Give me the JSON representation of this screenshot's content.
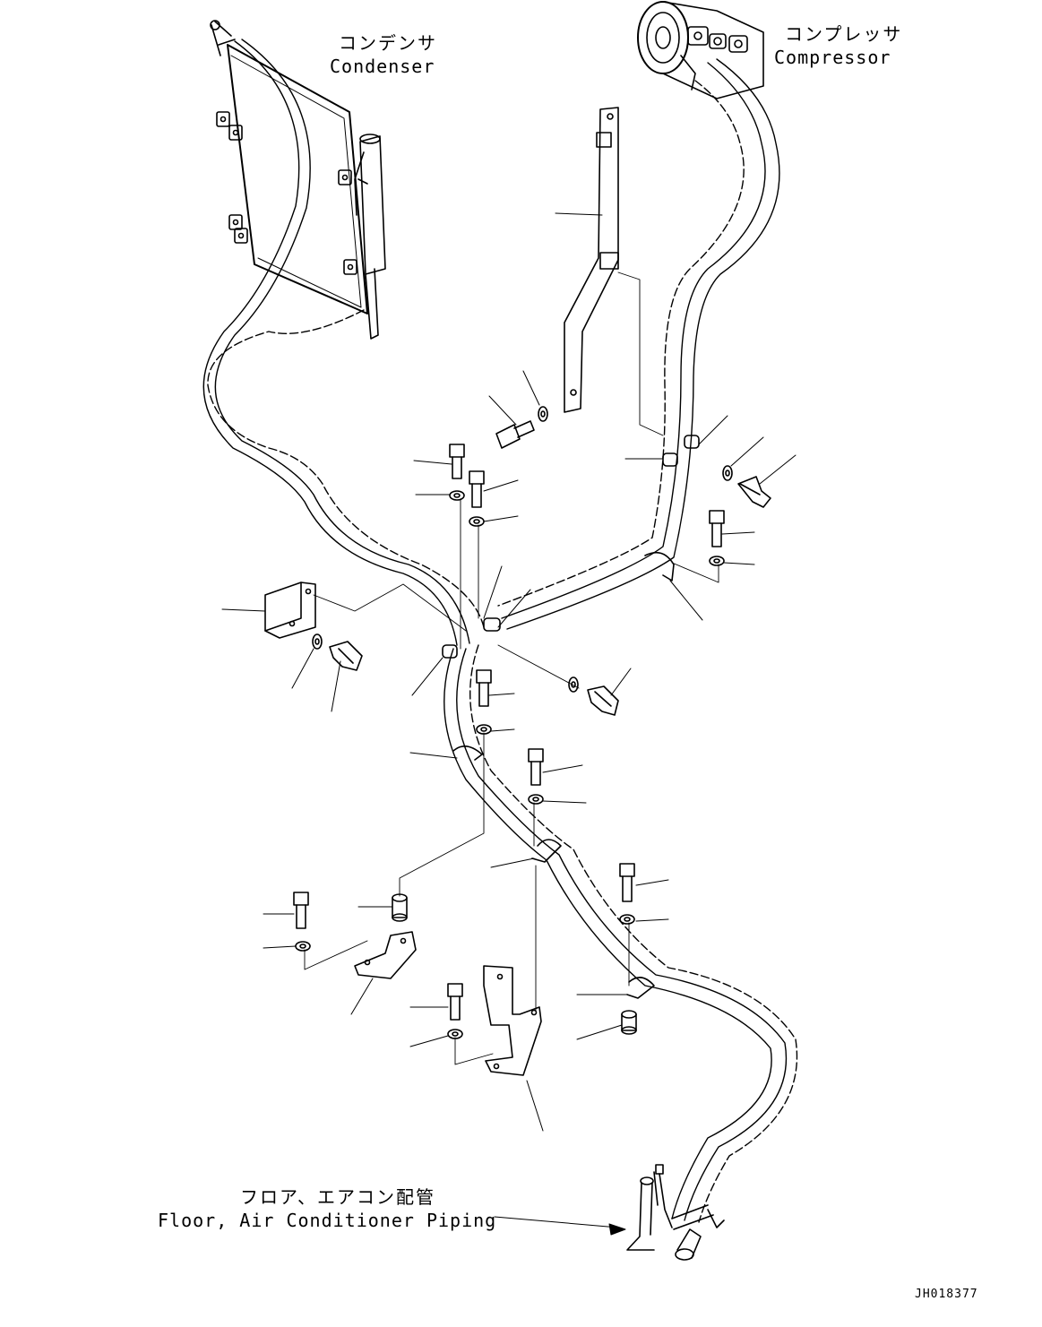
{
  "labels": {
    "condenser_jp": "コンデンサ",
    "condenser_en": "Condenser",
    "compressor_jp": "コンプレッサ",
    "compressor_en": "Compressor",
    "floor_jp": "フロア、エアコン配管",
    "floor_en": "Floor, Air Conditioner Piping",
    "drawing_code": "JH018377"
  },
  "icons": {
    "condenser": "condenser-unit-icon",
    "compressor": "compressor-unit-icon",
    "bracket": "bracket-icon",
    "clamp": "hose-clamp-icon",
    "bolt": "bolt-icon",
    "washer": "washer-icon",
    "spacer": "spacer-icon",
    "fitting": "pipe-fitting-icon"
  },
  "colors": {
    "line": "#000000",
    "background": "#ffffff"
  }
}
